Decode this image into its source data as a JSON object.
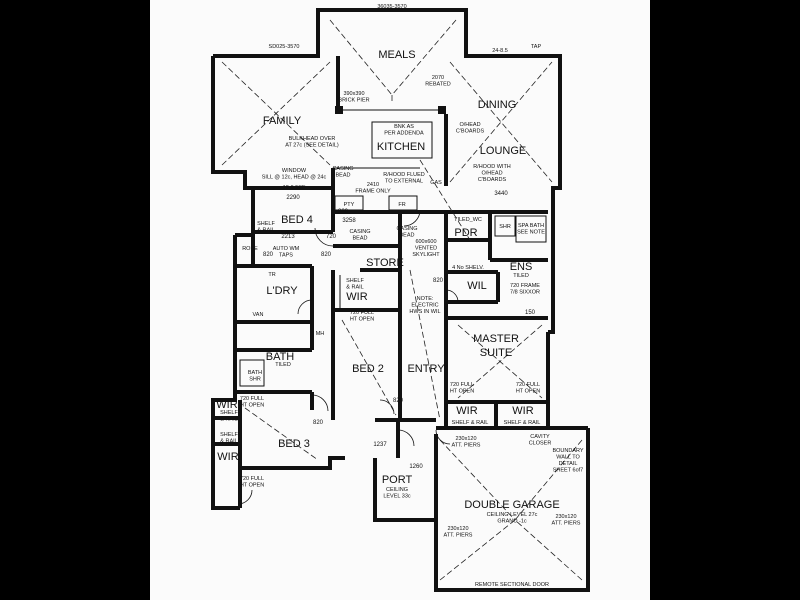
{
  "rooms": {
    "meals": "MEALS",
    "family": "FAMILY",
    "kitchen": "KITCHEN",
    "dining": "DINING",
    "lounge": "LOUNGE",
    "bed4": "BED 4",
    "store": "STORE",
    "pdr": "PDR",
    "ens": "ENS",
    "wil": "WIL",
    "ldry": "L'DRY",
    "wir1": "WIR",
    "master1": "MASTER",
    "master2": "SUITE",
    "bath": "BATH",
    "bed2": "BED 2",
    "entry": "ENTRY",
    "wir2": "WIR",
    "wir3": "WIR",
    "wir4": "WIR",
    "bed3": "BED 3",
    "wir5": "WIR",
    "port": "PORT",
    "garage": "DOUBLE GARAGE"
  },
  "notes": {
    "top_dim": "36035-3570",
    "sd_left": "SD025-3570",
    "tap": "TAP",
    "dim_24": "24-8.5",
    "brick_pier": "390x390\nBRICK PIER",
    "rebated": "2070\nREBATED",
    "bnk": "BNK AS\nPER ADDENDA",
    "ohead": "O/HEAD\nC'BOARDS",
    "bulkhead": "BULKHEAD OVER\nAT 27c (SEE DETAIL)",
    "rhood": "R/HOOD FLUED\nTO EXTERNAL",
    "rhood2": "R/HOOD WITH\nO/HEAD\nC'BOARDS",
    "window": "WINDOW\nSILL @ 12c, HEAD @ 24c",
    "window_dim": "12-9.5SF",
    "casing_bead": "CASING\nBEAD",
    "frame_only": "2410\nFRAME ONLY",
    "dim_2290": "2290",
    "dim_3440": "3440",
    "dim_3258": "3258",
    "pty": "PTY",
    "fr": "FR",
    "gas": "GAS",
    "shelf_rail": "SHELF\n& RAIL",
    "dim_2213": "2213",
    "auto_wm": "AUTO WM\nTAPS",
    "casing_bead2": "CASING\nBEAD",
    "casing_bead3": "CASING\nBEAD",
    "vented": "600x600\nVENTED\nSKYLIGHT",
    "tiled_wc": "TILED_WC",
    "shr": "SHR",
    "spa": "SPA BATH\nSEE NOTE",
    "shelv": "4 No SHELV.",
    "tiled": "TILED",
    "frame720": "720 FRAME\n7/8 SIXXOR",
    "electric": "NOTE:\nELECTRIC\nHWS IN WIL",
    "dim_820": "820",
    "full_ht": "720 FULL\nHT OPEN",
    "bath_tiled": "TILED",
    "bath_shr": "BATH\nSHR",
    "mh": "MH",
    "dim_150": "150",
    "shelf_rail_m": "SHELF & RAIL",
    "cavity_closer": "CAVITY\nCLOSER",
    "boundary": "BOUNDARY\nWALL TO\nDETAIL\nSHEET 6of7",
    "att_piers": "230x120\nATT. PIERS",
    "ceiling_port": "CEILING\nLEVEL 33c",
    "garage_ceiling": "CEILING LEVEL 27c\nGRANO -1c",
    "remote_door": "REMOTE SECTIONAL DOOR",
    "robe": "ROBE",
    "tr": "TR",
    "vanity": "VAN",
    "dim_720": "720",
    "dim_1237": "1237",
    "dim_1260": "1260"
  }
}
